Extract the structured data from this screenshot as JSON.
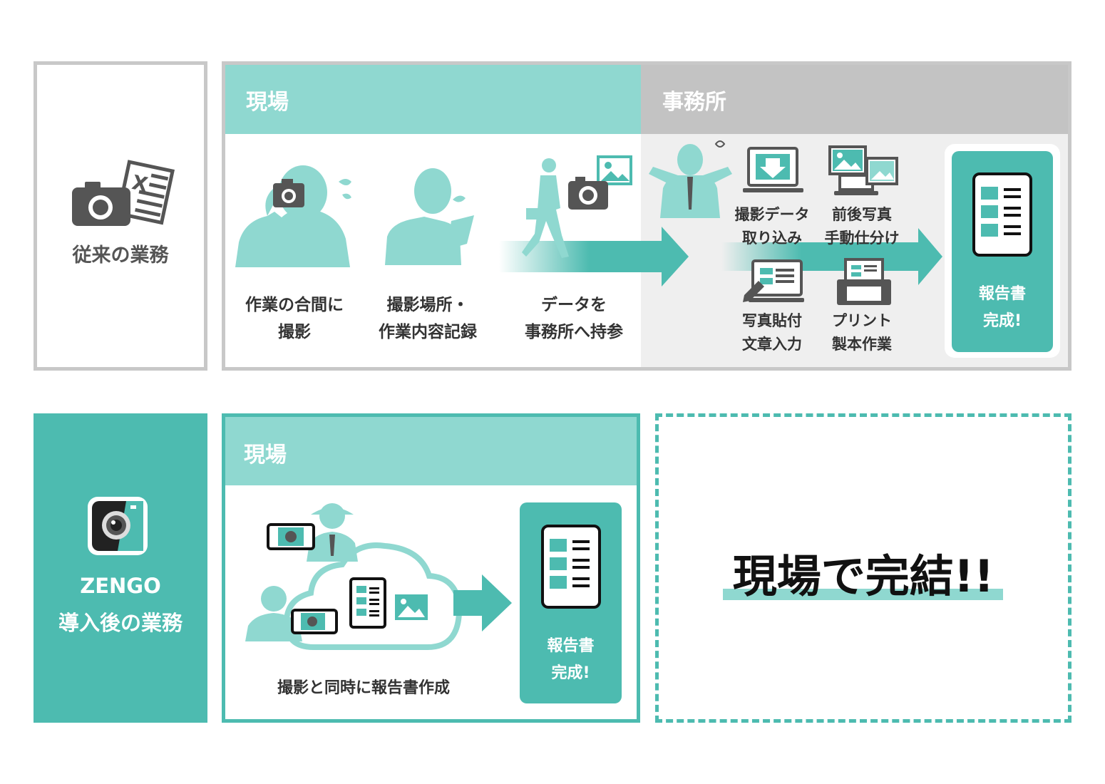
{
  "colors": {
    "teal": "#4dbbb0",
    "teal_light": "#8fd8d0",
    "gray_header": "#c3c3c3",
    "gray_panel": "#efefef",
    "gray_border": "#c8c8c8",
    "icon_dark": "#555555"
  },
  "legacy": {
    "label": "従来の業務",
    "icons": [
      "camera-icon",
      "excel-sheet-icon"
    ],
    "site": {
      "header": "現場",
      "steps": [
        {
          "line1": "作業の合間に",
          "line2": "撮影"
        },
        {
          "line1": "撮影場所・",
          "line2": "作業内容記録"
        },
        {
          "line1": "データを",
          "line2": "事務所へ持参"
        }
      ]
    },
    "office": {
      "header": "事務所",
      "tasks": [
        {
          "line1": "撮影データ",
          "line2": "取り込み"
        },
        {
          "line1": "前後写真",
          "line2": "手動仕分け"
        },
        {
          "line1": "写真貼付",
          "line2": "文章入力"
        },
        {
          "line1": "プリント",
          "line2": "製本作業"
        }
      ],
      "result": {
        "line1": "報告書",
        "line2": "完成!"
      }
    }
  },
  "zengo": {
    "label_line1": "ZENGO",
    "label_line2": "導入後の業務",
    "site": {
      "header": "現場",
      "caption": "撮影と同時に報告書作成",
      "result": {
        "line1": "報告書",
        "line2": "完成!"
      }
    },
    "slogan": "現場で完結!!"
  }
}
